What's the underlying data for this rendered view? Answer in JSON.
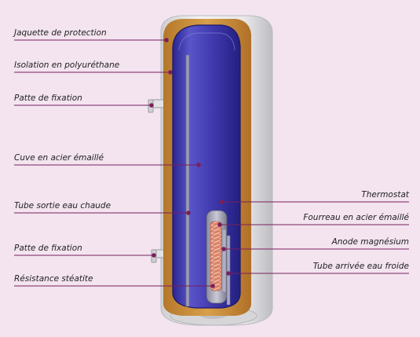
{
  "colors": {
    "background": "#f3e4f0",
    "leader_line": "#7a1f5c",
    "tank_interior": "#3b34a6",
    "insulation": "#c9902f",
    "outer_casing": "#e9e9ea",
    "resistance": "#c9735a"
  },
  "labels_left": [
    {
      "id": "jaquette",
      "text": "Jaquette de protection"
    },
    {
      "id": "isolation",
      "text": "Isolation en polyuréthane"
    },
    {
      "id": "patte-haut",
      "text": "Patte de fixation"
    },
    {
      "id": "cuve",
      "text": "Cuve en acier émaillé"
    },
    {
      "id": "tube-sortie",
      "text": "Tube sortie eau chaude"
    },
    {
      "id": "patte-bas",
      "text": "Patte de fixation"
    },
    {
      "id": "resistance",
      "text": "Résistance stéatite"
    }
  ],
  "labels_right": [
    {
      "id": "thermostat",
      "text": "Thermostat"
    },
    {
      "id": "fourreau",
      "text": "Fourreau en acier émaillé"
    },
    {
      "id": "anode",
      "text": "Anode magnésium"
    },
    {
      "id": "tube-arrivee",
      "text": "Tube arrivée eau froide"
    }
  ]
}
